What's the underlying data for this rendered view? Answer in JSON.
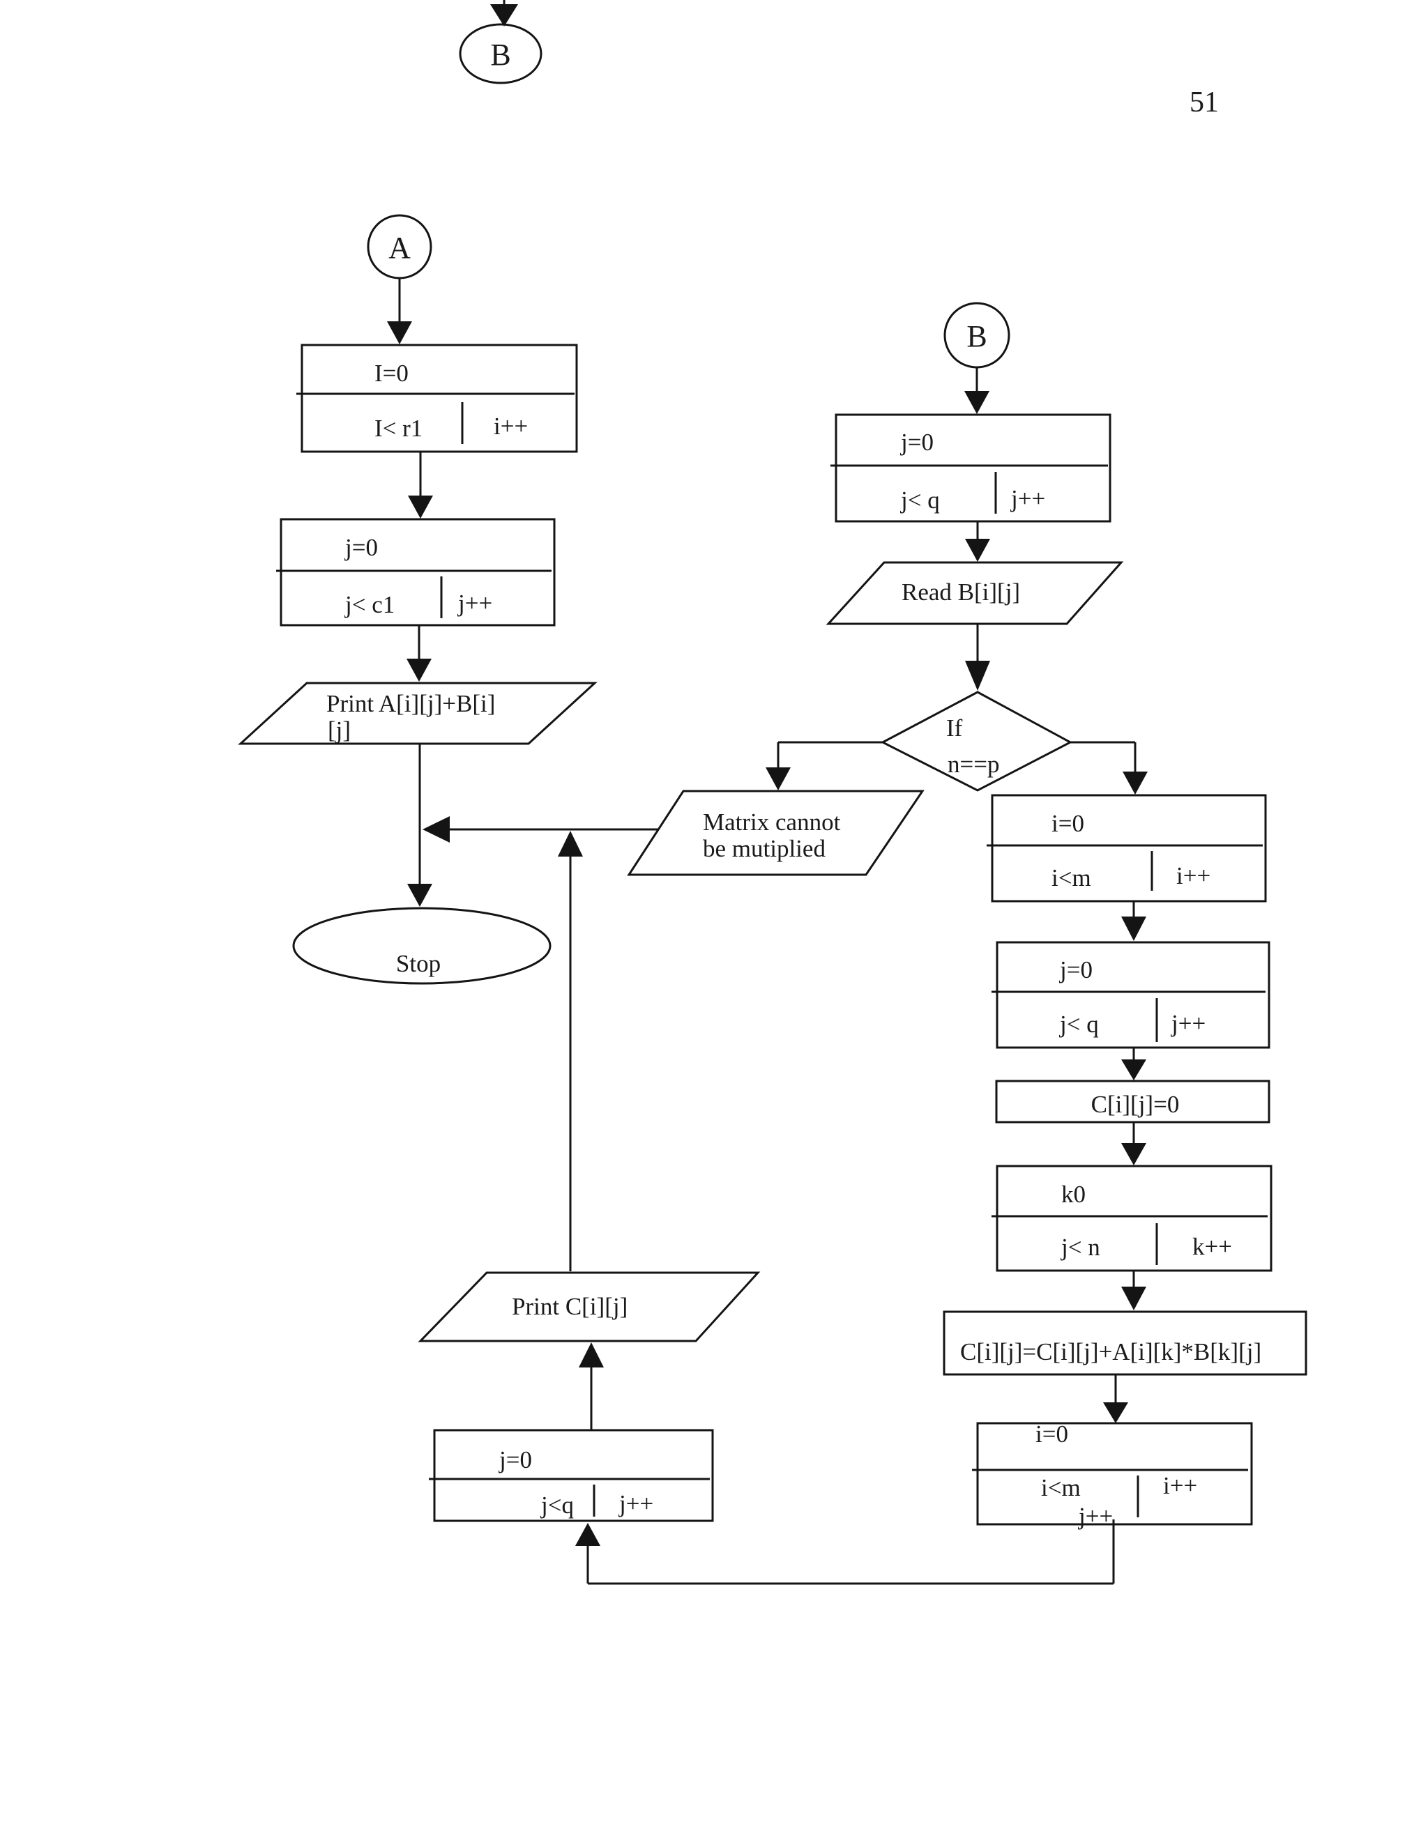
{
  "page": {
    "number": "51"
  },
  "flowchart": {
    "top_connector": {
      "label": "B"
    },
    "left": {
      "connector_a": "A",
      "loop_i": {
        "init": "I=0",
        "cond": "I< r1",
        "inc": "i++"
      },
      "loop_j": {
        "init": "j=0",
        "cond": "j< c1",
        "inc": "j++"
      },
      "print_sum_line1": "Print A[i][j]+B[i]",
      "print_sum_line2": "[j]",
      "stop": "Stop"
    },
    "right": {
      "connector_b": "B",
      "loop_j": {
        "init": "j=0",
        "cond": "j< q",
        "inc": "j++"
      },
      "read": "Read B[i][j]",
      "decision_line1": "If",
      "decision_line2": "n==p",
      "no_branch_line1": "Matrix cannot",
      "no_branch_line2": "be mutiplied",
      "loop_i": {
        "init": "i=0",
        "cond": "i<m",
        "inc": "i++"
      },
      "loop_j2": {
        "init": "j=0",
        "cond": "j< q",
        "inc": "j++"
      },
      "init_c": "C[i][j]=0",
      "loop_k": {
        "init": "k0",
        "cond": "j< n",
        "inc": "k++"
      },
      "formula": "C[i][j]=C[i][j]+A[i][k]*B[k][j]",
      "loop_i2": {
        "init": "i=0",
        "cond": "i<m",
        "inc": "i++",
        "extra": "j++"
      }
    },
    "bottom": {
      "print_c": "Print C[i][j]",
      "loop_j": {
        "init": "j=0",
        "cond": "j<q",
        "inc": "j++"
      }
    }
  }
}
